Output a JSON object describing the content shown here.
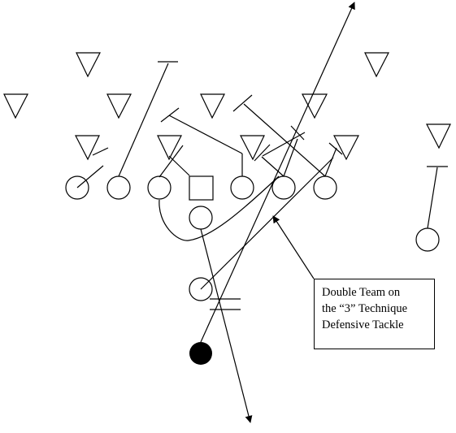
{
  "diagram": {
    "callout": {
      "lines": [
        "Double Team on",
        "the “3” Technique",
        "Defensive Tackle"
      ]
    },
    "symbols": {
      "defender": "triangle-down",
      "offensive_player": "circle",
      "center": "square",
      "ball_carrier": "filled-circle"
    },
    "colors": {
      "ink": "#000000",
      "background": "#ffffff"
    }
  }
}
